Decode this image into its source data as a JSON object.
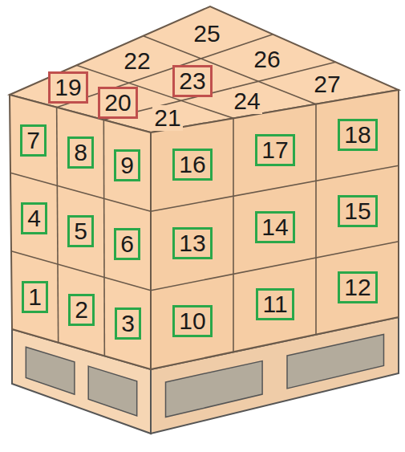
{
  "diagram": {
    "nodes": [
      {
        "text": [
          "1"
        ]
      },
      {
        "text": [
          "2"
        ]
      },
      {
        "text": [
          "3"
        ]
      },
      {
        "text": [
          "4"
        ]
      },
      {
        "text": [
          "5"
        ]
      },
      {
        "text": [
          "6"
        ]
      },
      {
        "text": [
          "7"
        ]
      },
      {
        "text": [
          "8"
        ]
      },
      {
        "text": [
          "9"
        ]
      },
      {
        "text": [
          "10"
        ]
      },
      {
        "text": [
          "11"
        ]
      },
      {
        "text": [
          "12"
        ]
      },
      {
        "text": [
          "13"
        ]
      },
      {
        "text": [
          "14"
        ]
      },
      {
        "text": [
          "15"
        ]
      },
      {
        "text": [
          "16"
        ]
      },
      {
        "text": [
          "17"
        ]
      },
      {
        "text": [
          "18"
        ]
      },
      {
        "text": [
          "19"
        ]
      },
      {
        "text": [
          "20"
        ]
      },
      {
        "text": [
          "21"
        ]
      },
      {
        "text": [
          "22"
        ]
      },
      {
        "text": [
          "23"
        ]
      },
      {
        "text": [
          "24"
        ]
      },
      {
        "text": [
          "25"
        ]
      },
      {
        "text": [
          "26"
        ]
      },
      {
        "text": [
          "27"
        ]
      }
    ]
  }
}
